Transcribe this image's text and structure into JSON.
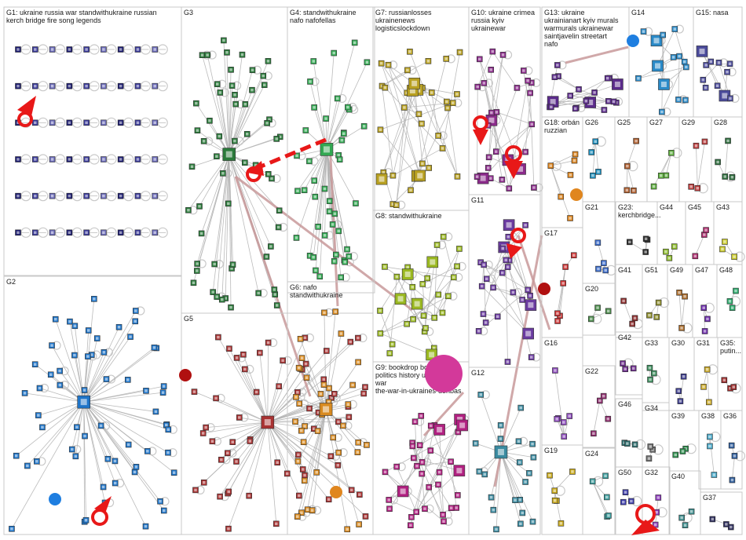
{
  "groups": [
    {
      "id": "G1",
      "label": "G1: ukraine russia war standwithukraine russian kerch bridge fire song legends",
      "color": "#1a1a70",
      "kind": "grid"
    },
    {
      "id": "G2",
      "label": "G2",
      "color": "#1e74c8",
      "kind": "hub"
    },
    {
      "id": "G3",
      "label": "G3",
      "color": "#2a7a3a",
      "kind": "hub"
    },
    {
      "id": "G4",
      "label": "G4: standwithukraine nafo nafofellas",
      "color": "#32a852",
      "kind": "hub"
    },
    {
      "id": "G5",
      "label": "G5",
      "color": "#a83232",
      "kind": "hub"
    },
    {
      "id": "G6",
      "label": "G6: nafo standwithukraine",
      "color": "#d88a20",
      "kind": "hub"
    },
    {
      "id": "G7",
      "label": "G7: russianlosses ukrainenews logisticslockdown",
      "color": "#b8a020",
      "kind": "scatter"
    },
    {
      "id": "G8",
      "label": "G8: standwithukraine",
      "color": "#9ab820",
      "kind": "scatter"
    },
    {
      "id": "G9",
      "label": "G9: bookdrop booksky politics history ukraine war the-war-in-ukraines-donbas",
      "color": "#b02080",
      "kind": "scatter"
    },
    {
      "id": "G10",
      "label": "G10: ukraine crimea russia kyiv ukrainewar",
      "color": "#8a2a8a",
      "kind": "scatter"
    },
    {
      "id": "G11",
      "label": "G11",
      "color": "#6a3aa0",
      "kind": "scatter"
    },
    {
      "id": "G12",
      "label": "G12",
      "color": "#3a8aa0",
      "kind": "hub"
    },
    {
      "id": "G13",
      "label": "G13: ukraine ukrainianart kyiv murals warmurals ukrainewar saintjavelin streetart nafo",
      "color": "#5a2a8a",
      "kind": "scatter"
    },
    {
      "id": "G14",
      "label": "G14",
      "color": "#2a8ac8",
      "kind": "scatter"
    },
    {
      "id": "G15",
      "label": "G15: nasa",
      "color": "#4a4a9a",
      "kind": "scatter"
    },
    {
      "id": "G16",
      "label": "G16",
      "color": "#8a4ab8",
      "kind": "small"
    },
    {
      "id": "G17",
      "label": "G17",
      "color": "#c83232",
      "kind": "small"
    },
    {
      "id": "G18",
      "label": "G18: orbán ruzzian",
      "color": "#d8801a",
      "kind": "small"
    },
    {
      "id": "G19",
      "label": "G19",
      "color": "#c8a81a",
      "kind": "small"
    },
    {
      "id": "G20",
      "label": "G20",
      "color": "#4a8a4a",
      "kind": "small"
    },
    {
      "id": "G21",
      "label": "G21",
      "color": "#3a6ac8",
      "kind": "small"
    },
    {
      "id": "G22",
      "label": "G22",
      "color": "#8a2a6a",
      "kind": "small"
    },
    {
      "id": "G23",
      "label": "G23: kerchbridge...",
      "color": "#2a2a2a",
      "kind": "small"
    },
    {
      "id": "G24",
      "label": "G24",
      "color": "#3a9a9a",
      "kind": "small"
    },
    {
      "id": "G25",
      "label": "G25",
      "color": "#aa5a2a",
      "kind": "small"
    },
    {
      "id": "G26",
      "label": "G26",
      "color": "#1a8ab8",
      "kind": "small"
    },
    {
      "id": "G27",
      "label": "G27",
      "color": "#5aaa3a",
      "kind": "small"
    },
    {
      "id": "G28",
      "label": "G28",
      "color": "#2a6a3a",
      "kind": "small"
    },
    {
      "id": "G29",
      "label": "G29",
      "color": "#b83a3a",
      "kind": "small"
    },
    {
      "id": "G30",
      "label": "G30",
      "color": "#3a3a8a",
      "kind": "small"
    },
    {
      "id": "G31",
      "label": "G31",
      "color": "#c8a82a",
      "kind": "small"
    },
    {
      "id": "G32",
      "label": "G32",
      "color": "#8a3ab8",
      "kind": "small"
    },
    {
      "id": "G33",
      "label": "G33",
      "color": "#3a8a5a",
      "kind": "small"
    },
    {
      "id": "G34",
      "label": "G34",
      "color": "#6a6a6a",
      "kind": "small"
    },
    {
      "id": "G35",
      "label": "G35: putin...",
      "color": "#9a2a2a",
      "kind": "small"
    },
    {
      "id": "G36",
      "label": "G36",
      "color": "#2a5a9a",
      "kind": "small"
    },
    {
      "id": "G37",
      "label": "G37",
      "color": "#2a2a5a",
      "kind": "small"
    },
    {
      "id": "G38",
      "label": "G38",
      "color": "#4aa8c8",
      "kind": "small"
    },
    {
      "id": "G39",
      "label": "G39",
      "color": "#2a8a4a",
      "kind": "small"
    },
    {
      "id": "G40",
      "label": "G40",
      "color": "#3a8a8a",
      "kind": "small"
    },
    {
      "id": "G41",
      "label": "G41",
      "color": "#8a2a2a",
      "kind": "small"
    },
    {
      "id": "G42",
      "label": "G42",
      "color": "#6a2a8a",
      "kind": "small"
    },
    {
      "id": "G43",
      "label": "G43",
      "color": "#c8c82a",
      "kind": "small"
    },
    {
      "id": "G44",
      "label": "G44",
      "color": "#8ab82a",
      "kind": "small"
    },
    {
      "id": "G45",
      "label": "G45",
      "color": "#a82a6a",
      "kind": "small"
    },
    {
      "id": "G46",
      "label": "G46",
      "color": "#2a6a6a",
      "kind": "small"
    },
    {
      "id": "G47",
      "label": "G47",
      "color": "#6a2aa8",
      "kind": "small"
    },
    {
      "id": "G48",
      "label": "G48",
      "color": "#2aa86a",
      "kind": "small"
    },
    {
      "id": "G49",
      "label": "G49",
      "color": "#a86a2a",
      "kind": "small"
    },
    {
      "id": "G50",
      "label": "G50",
      "color": "#3a3aa8",
      "kind": "small"
    },
    {
      "id": "G51",
      "label": "G51",
      "color": "#8a8a2a",
      "kind": "small"
    }
  ],
  "legend_colors": {
    "edge": "#b4b4b4",
    "strong_edge": "#c8999a",
    "red_accent": "#e81818",
    "big_pink": "#d3399a",
    "blue_dot": "#1e7ee0",
    "orange_dot": "#e0861e",
    "dark_red_dot": "#b01010"
  }
}
